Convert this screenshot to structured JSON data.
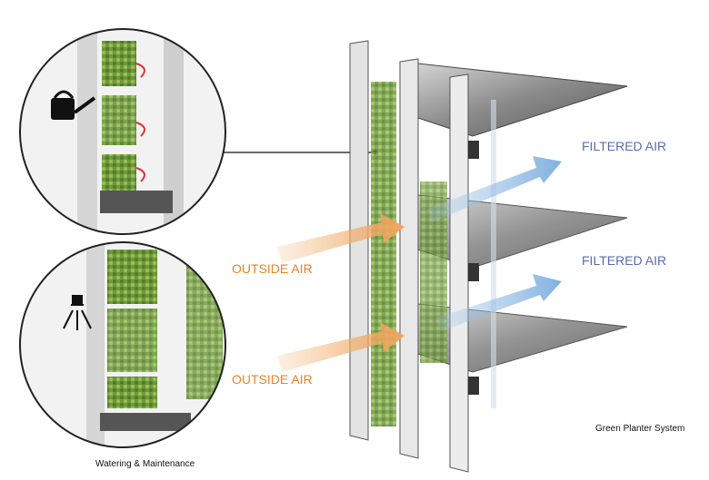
{
  "labels": {
    "filtered_air_top": "FILTERED AIR",
    "filtered_air_bottom": "FILTERED AIR",
    "outside_air_top": "OUTSIDE AIR",
    "outside_air_bottom": "OUTSIDE AIR",
    "system_caption": "Green Planter System",
    "detail_caption": "Watering & Maintenance"
  },
  "icons": [
    "watering-can-icon",
    "sprinkler-icon"
  ],
  "colors": {
    "outside_air": "#e8822a",
    "filtered_air": "#5a6cb0",
    "planter_green": "#6f9a3a"
  }
}
